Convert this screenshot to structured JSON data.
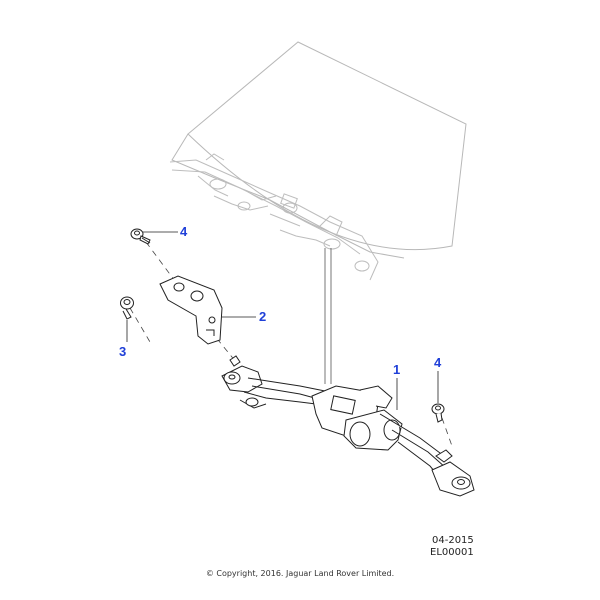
{
  "callouts": [
    {
      "number": "4"
    },
    {
      "number": "2"
    },
    {
      "number": "3"
    },
    {
      "number": "1"
    },
    {
      "number": "4"
    }
  ],
  "reference": {
    "date_code": "04-2015",
    "illustration_id": "EL00001"
  },
  "copyright": "© Copyright, 2016. Jaguar Land Rover Limited.",
  "colors": {
    "callout": "#1f3fd8",
    "ghost_line": "#b8b8b8",
    "part_line": "#333333"
  }
}
